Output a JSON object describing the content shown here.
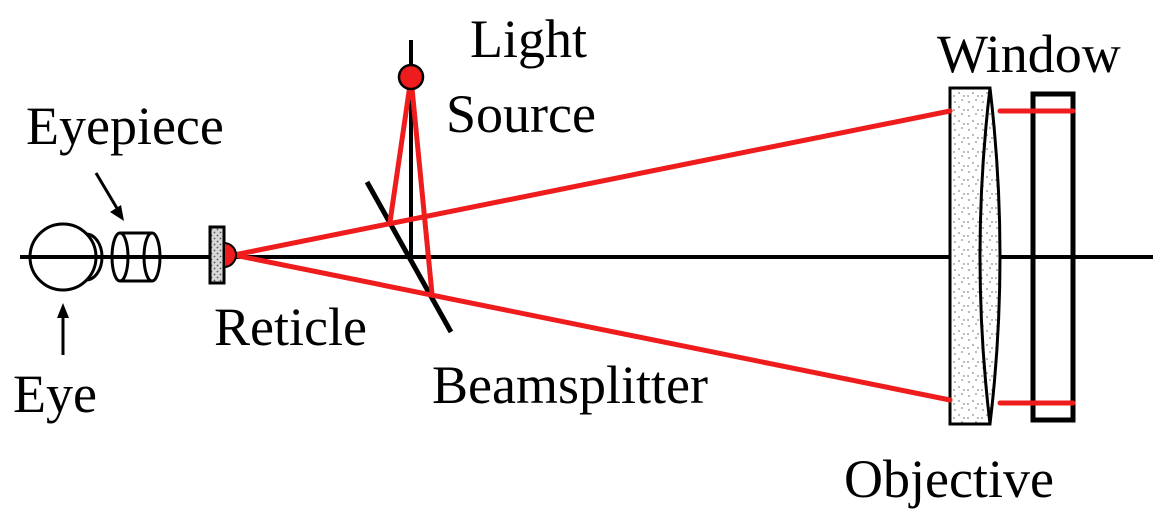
{
  "labels": {
    "eyepiece": "Eyepiece",
    "light_source_line1": "Light",
    "light_source_line2": "Source",
    "window": "Window",
    "reticle": "Reticle",
    "eye": "Eye",
    "beamsplitter": "Beamsplitter",
    "objective": "Objective"
  },
  "colors": {
    "ray": "#ee1c1c",
    "outline": "#000000",
    "background": "#ffffff",
    "speckle": "#888888"
  }
}
